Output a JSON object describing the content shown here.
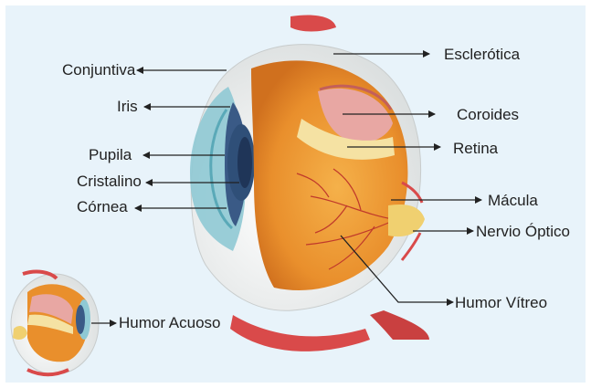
{
  "labels": {
    "conjuntiva": "Conjuntiva",
    "iris": "Iris",
    "pupila": "Pupila",
    "cristalino": "Cristalino",
    "cornea": "Córnea",
    "esclerotica": "Esclerótica",
    "coroides": "Coroides",
    "retina": "Retina",
    "macula": "Mácula",
    "nervio_optico": "Nervio Óptico",
    "humor_vitreo": "Humor Vítreo",
    "humor_acuoso": "Humor Acuoso"
  },
  "colors": {
    "background": "#e8f3fa",
    "sclera": "#f3f3f1",
    "cornea": "#8fc9d4",
    "vitreous": "#e9952f",
    "choroid": "#e8a7a3",
    "retina": "#f5e2a3",
    "muscle": "#d94a4a",
    "vessel": "#c0392b",
    "nerve": "#f0d070"
  }
}
